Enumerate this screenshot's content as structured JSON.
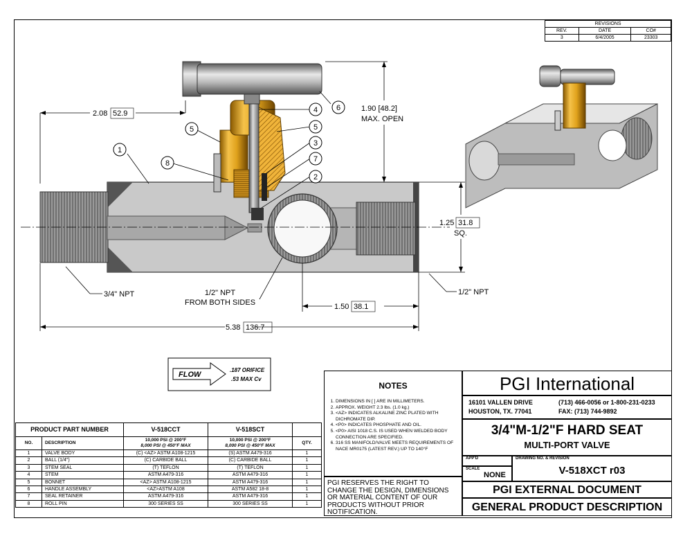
{
  "revisions": {
    "header": "REVISIONS",
    "columns": [
      "REV.",
      "DATE",
      "CO#"
    ],
    "row": [
      "3",
      "6/4/2005",
      "23303"
    ]
  },
  "dimensions": {
    "handle_offset": "2.08",
    "handle_offset_mm": "52.9",
    "height": "1.90 [48.2]",
    "height_note": "MAX. OPEN",
    "square": "1.25",
    "square_mm": "31.8",
    "square_note": "SQ.",
    "length": "5.38",
    "length_mm": "136.7",
    "port_offset": "1.50",
    "port_offset_mm": "38.1",
    "inlet_thread": "3/4\" NPT",
    "outlet_thread": "1/2\" NPT",
    "side_thread": "1/2\" NPT",
    "side_thread_note": "FROM BOTH SIDES"
  },
  "balloons": [
    "1",
    "2",
    "3",
    "4",
    "5",
    "5",
    "6",
    "7",
    "8"
  ],
  "flow": {
    "label": "FLOW",
    "orifice": ".187 ORIFICE",
    "cv": ".53 MAX Cv"
  },
  "parts": {
    "product_label": "PRODUCT PART NUMBER",
    "models": [
      "V-518CCT",
      "V-518SCT"
    ],
    "columns": {
      "no": "NO.",
      "desc": "DESCRIPTION",
      "qty": "QTY."
    },
    "ratings": [
      [
        "10,000 PSI @ 200°F",
        "8,000 PSI @ 450°F MAX"
      ],
      [
        "10,000 PSI @ 200°F",
        "8,000 PSI @ 450°F MAX"
      ]
    ],
    "rows": [
      {
        "no": "1",
        "desc": "VALVE BODY",
        "a": "(C)  <AZ> ASTM A108-1215",
        "b": "(S)  ASTM A479-316",
        "qty": "1"
      },
      {
        "no": "2",
        "desc": "BALL (1/4\")",
        "a": "(C)      CARBIDE BALL",
        "b": "(C)     CARBIDE BALL",
        "qty": "1"
      },
      {
        "no": "3",
        "desc": "STEM SEAL",
        "a": "(T)   TEFLON",
        "b": "(T)   TEFLON",
        "qty": "1"
      },
      {
        "no": "4",
        "desc": "STEM",
        "a": "ASTM A479-316",
        "b": "ASTM A479-316",
        "qty": "1"
      },
      {
        "no": "5",
        "desc": "BONNET",
        "a": "<AZ> ASTM A108-1215",
        "b": "ASTM A479-316",
        "qty": "1"
      },
      {
        "no": "6",
        "desc": "HANDLE ASSEMBLY",
        "a": "<AZ>ASTM A108",
        "b": "ASTM A582 18-8",
        "qty": "1"
      },
      {
        "no": "7",
        "desc": "SEAL RETAINER",
        "a": "ASTM A479-316",
        "b": "ASTM A479-316",
        "qty": "1"
      },
      {
        "no": "8",
        "desc": "ROLL PIN",
        "a": "300 SERIES SS",
        "b": "300 SERIES SS",
        "qty": "1"
      }
    ]
  },
  "notes": {
    "title": "NOTES",
    "items": [
      "DIMENSIONS IN [ ] ARE IN MILLIMETERS.",
      "APPROX. WEIGHT 2.3 lbs. (1.0 kg.)",
      "<AZ> INDICATES ALKALINE ZINC PLATED WITH DICHROMATE DIP.",
      "<P0> INDICATES PHOSPHATE AND OIL.",
      "<P0> AISI 1018 C.S. IS USED WHEN WELDED BODY CONNECTION ARE SPECIFIED.",
      "316 SS MANIFOLD/VALVE MEETS REQUIREMENTS OF NACE MR0175 (LATEST REV.) UP TO 140°F"
    ]
  },
  "disclaimer": "PGI RESERVES THE RIGHT TO CHANGE THE DESIGN, DIMENSIONS OR MATERIAL CONTENT OF OUR PRODUCTS WITHOUT PRIOR NOTIFICATION.",
  "title_block": {
    "company": "PGI International",
    "address1": "16101 VALLEN DRIVE",
    "address2": "HOUSTON, TX. 77041",
    "phone": "(713) 466-0056 or 1-800-231-0233",
    "fax": "FAX: (713) 744-9892",
    "title": "3/4\"M-1/2\"F HARD SEAT",
    "subtitle": "MULTI-PORT VALVE",
    "appd_label": "APP'D",
    "scale_label": "SCALE",
    "scale_value": "NONE",
    "drawing_label": "DRAWING NO. & REVISION",
    "drawing_no": "V-518XCT r03",
    "doc_type": "PGI EXTERNAL DOCUMENT",
    "doc_desc": "GENERAL PRODUCT DESCRIPTION"
  }
}
